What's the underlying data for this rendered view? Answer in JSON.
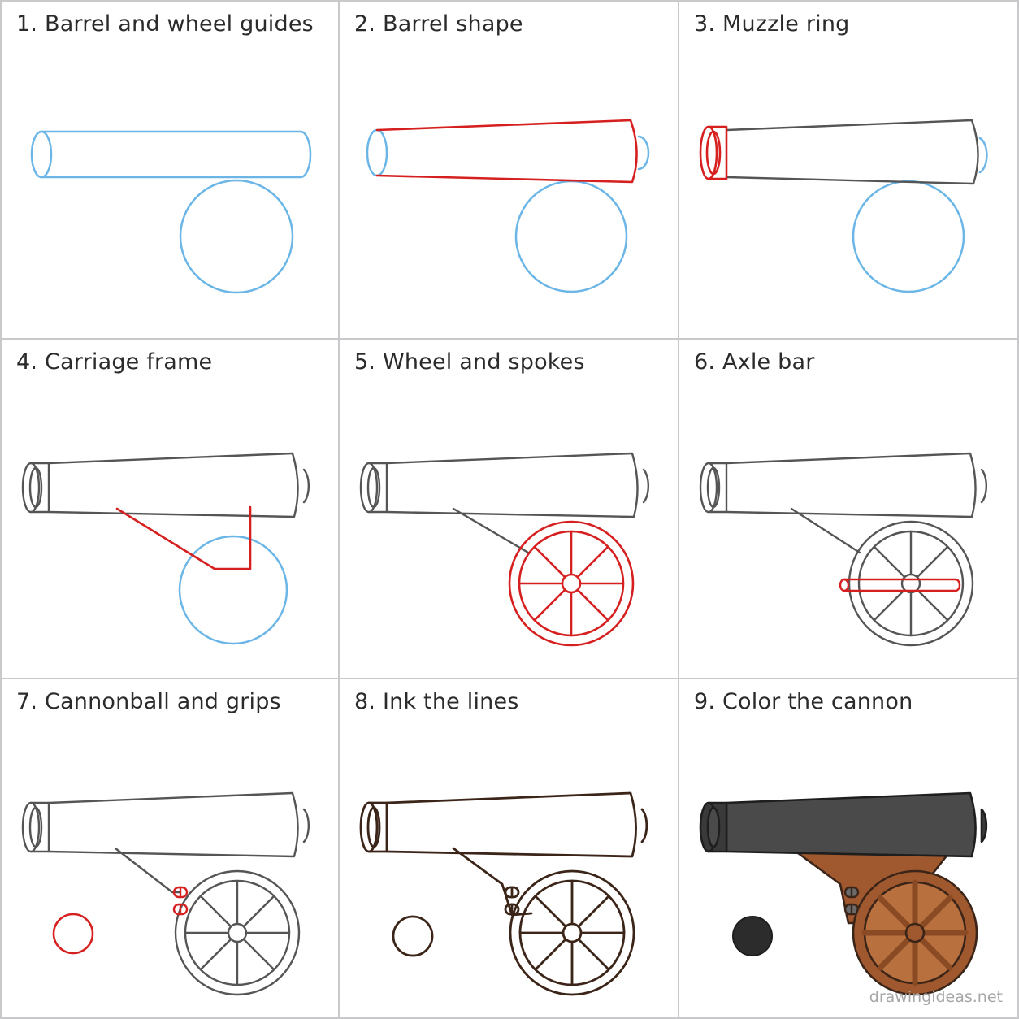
{
  "steps": [
    {
      "number": "1.",
      "title": "Barrel and wheel guides"
    },
    {
      "number": "2.",
      "title": "Barrel shape"
    },
    {
      "number": "3.",
      "title": "Muzzle ring"
    },
    {
      "number": "4.",
      "title": "Carriage frame"
    },
    {
      "number": "5.",
      "title": "Wheel and spokes"
    },
    {
      "number": "6.",
      "title": "Axle bar"
    },
    {
      "number": "7.",
      "title": "Cannonball and grips"
    },
    {
      "number": "8.",
      "title": "Ink the lines"
    },
    {
      "number": "9.",
      "title": "Color the cannon"
    }
  ],
  "watermark": "drawingideas.net",
  "colors": {
    "guide": "#6bb6e6",
    "new_stroke": "#d62020",
    "pencil": "#555555",
    "ink": "#3b2418",
    "barrel_fill": "#4a4a4a",
    "wood_fill": "#a0582e",
    "cannonball": "#2c2c2c",
    "panel_border": "#c9c9cc"
  }
}
